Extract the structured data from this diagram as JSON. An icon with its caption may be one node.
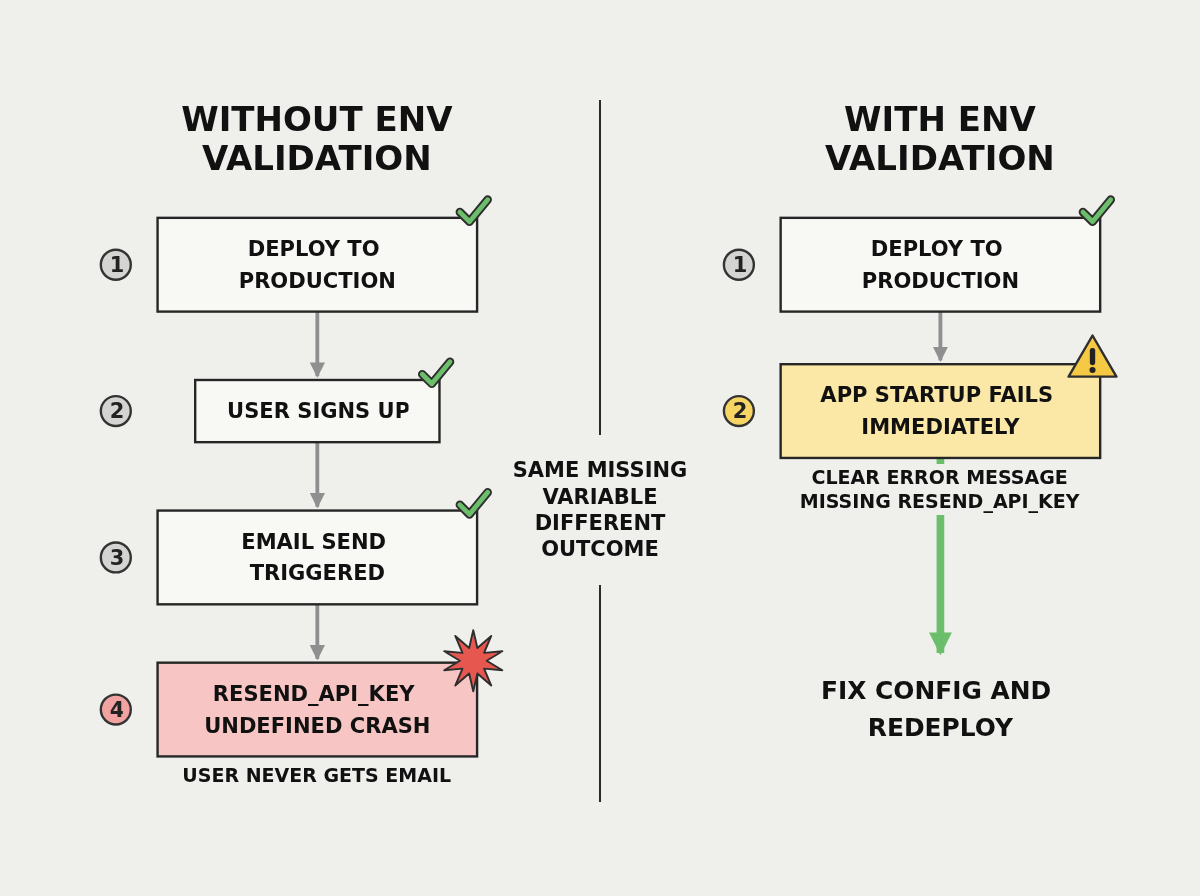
{
  "diagram": {
    "nodes": [
      {
        "text": [
          "1"
        ]
      },
      {
        "text": [
          "DEPLOY TO PRODUCTION"
        ]
      },
      {
        "text": [
          "2"
        ]
      },
      {
        "text": [
          "USER SIGNS UP"
        ]
      },
      {
        "text": [
          "3"
        ]
      },
      {
        "text": [
          "EMAIL SEND TRIGGERED"
        ]
      },
      {
        "text": [
          "4"
        ]
      },
      {
        "text": [
          "RESEND_API_KEY UNDEFINED CRASH"
        ],
        "beside": [
          "USER NEVER GETS EMAIL"
        ]
      },
      {
        "text": [
          "1"
        ]
      },
      {
        "text": [
          "DEPLOY TO PRODUCTION"
        ]
      },
      {
        "text": [
          "2"
        ]
      },
      {
        "text": [
          "APP STARTUP FAILS IMMEDIATELY"
        ],
        "beside": [
          "CLEAR ERROR MESSAGE MISSING RESEND_API_KEY"
        ]
      },
      {
        "text": [
          "FIX CONFIG AND REDEPLOY"
        ]
      }
    ],
    "edges": [
      {
        "from": 1,
        "to": 3,
        "arrow": "to"
      },
      {
        "from": 3,
        "to": 5,
        "arrow": "to"
      },
      {
        "from": 5,
        "to": 7,
        "arrow": "to"
      },
      {
        "from": 9,
        "to": 11,
        "arrow": "to"
      },
      {
        "from": 11,
        "to": 12,
        "arrow": "to",
        "style": "thick",
        "color": "#6cbf6a"
      }
    ],
    "labels": [
      "WITHOUT ENV VALIDATION",
      "WITH ENV VALIDATION",
      "SAME MISSING VARIABLE DIFFERENT OUTCOME"
    ]
  }
}
